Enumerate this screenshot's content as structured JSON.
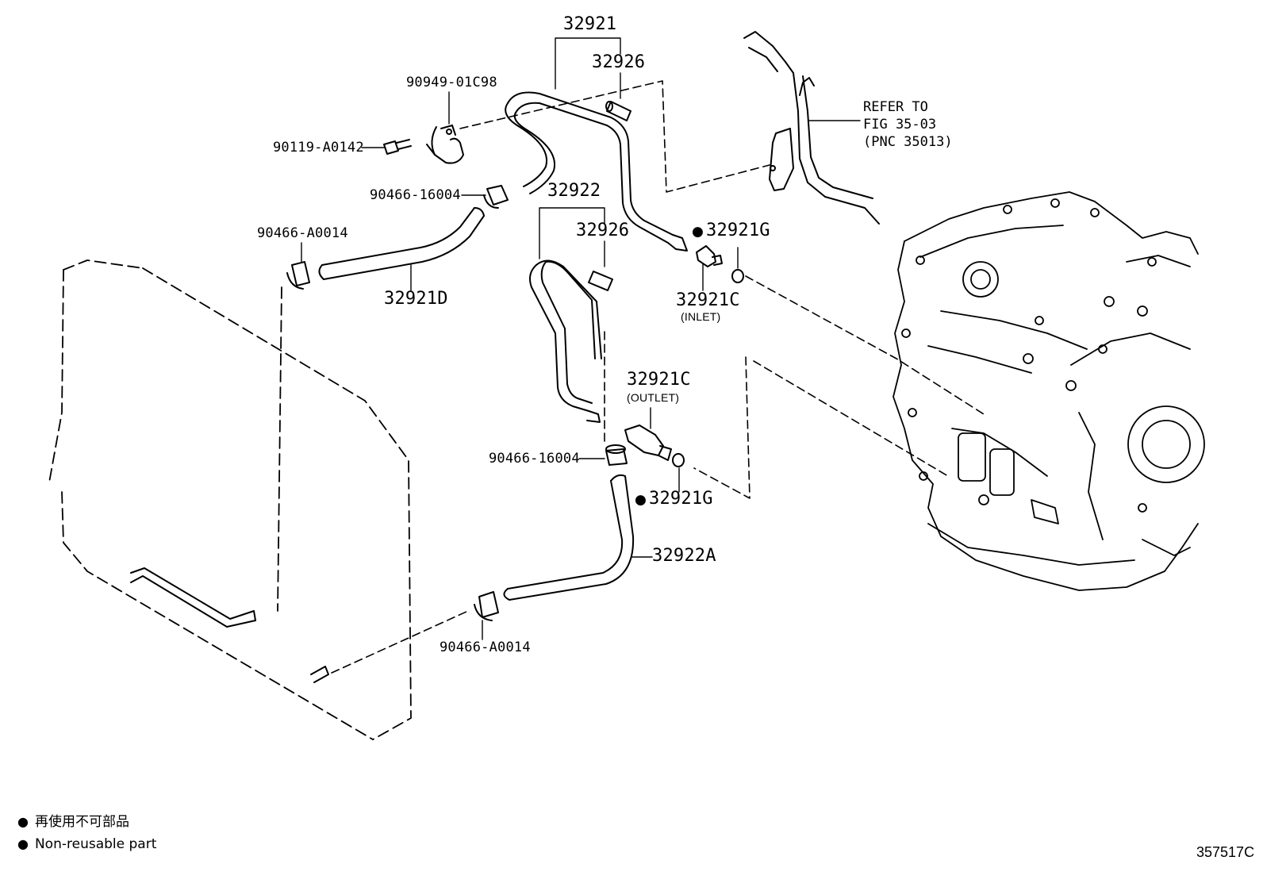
{
  "callouts": {
    "p32921": "32921",
    "p32926_top": "32926",
    "p90949": "90949-01C98",
    "p90119": "90119-A0142",
    "p90466_16004_top": "90466-16004",
    "p90466_A0014_top": "90466-A0014",
    "p32921D": "32921D",
    "p32922": "32922",
    "p32926_mid": "32926",
    "p32921G_top": "32921G",
    "p32921C_inlet": "32921C",
    "inlet_note": "(INLET)",
    "p32921C_outlet": "32921C",
    "outlet_note": "(OUTLET)",
    "p90466_16004_bottom": "90466-16004",
    "p32921G_bottom": "32921G",
    "p32922A": "32922A",
    "p90466_A0014_bottom": "90466-A0014"
  },
  "refer_note": {
    "line1": "REFER TO",
    "line2": "FIG 35-03",
    "line3": "(PNC 35013)"
  },
  "legend": {
    "bullet": "●",
    "japanese": "再使用不可部品",
    "english": "Non-reusable part"
  },
  "figure_id": "357517C"
}
